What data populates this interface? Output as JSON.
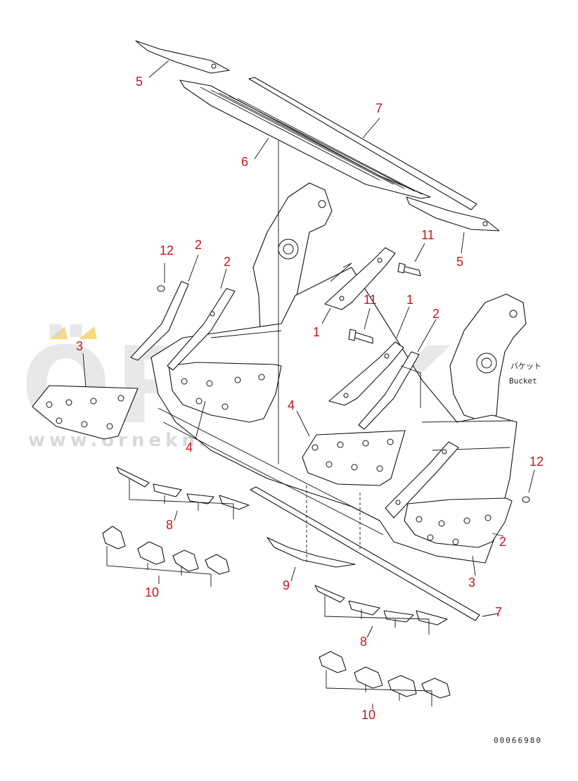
{
  "watermark": {
    "brand": "ÖRNEK",
    "url": "www.orneknismakinalari.com.tr",
    "accent_color": "#f2c94c"
  },
  "diagram_code": "00066980",
  "bucket_label": {
    "japanese": "バケット",
    "english": "Bucket"
  },
  "callouts": {
    "c5a": "5",
    "c7a": "7",
    "c6": "6",
    "c5b": "5",
    "c11a": "11",
    "c12a": "12",
    "c2a": "2",
    "c2b": "2",
    "c1a": "1",
    "c11b": "11",
    "c1b": "1",
    "c2c": "2",
    "c3a": "3",
    "c4a": "4",
    "c4b": "4",
    "c12b": "12",
    "c8a": "8",
    "c2d": "2",
    "c10a": "10",
    "c9": "9",
    "c3b": "3",
    "c7b": "7",
    "c8b": "8",
    "c10b": "10"
  }
}
